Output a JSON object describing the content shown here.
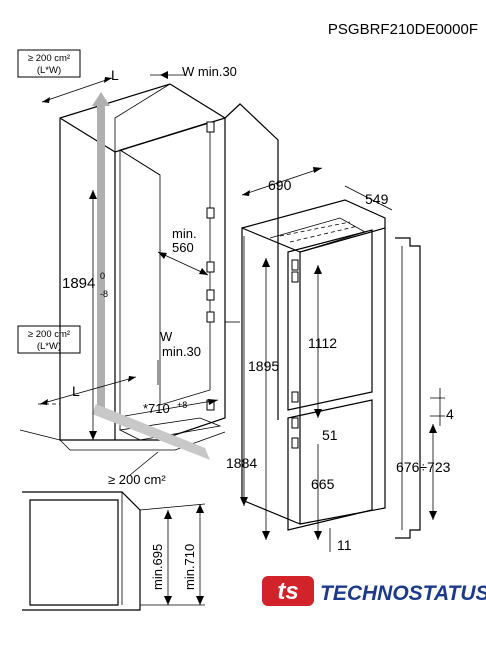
{
  "header": {
    "model_code": "PSGBRF210DE0000F"
  },
  "vent": {
    "top_line1": "≥ 200 cm²",
    "top_line2": "(L*W)",
    "mid_line1": "≥ 200 cm²",
    "mid_line2": "(L*W)",
    "bottom": "≥ 200 cm²"
  },
  "niche": {
    "l_top": "L",
    "w_top": "W min.30",
    "height_main": "1894",
    "height_sup": "0",
    "height_sub": "-8",
    "depth_label_1": "min.",
    "depth_label_2": "560",
    "w_mid_1": "W",
    "w_mid_2": "min.30",
    "l_mid": "L",
    "width_main": "*710",
    "width_sup": "+8"
  },
  "appliance": {
    "height": "690",
    "depth": "549",
    "h_total_1": "1895",
    "h_total_2": "1884",
    "upper_door": "1112",
    "lower_door": "665",
    "gap": "51",
    "foot": "11",
    "range": "676÷723",
    "four": "4"
  },
  "detail": {
    "min695": "min.695",
    "min710": "min.710"
  },
  "brand": {
    "logo_text": "TECHNOSTATUS",
    "logo_mark": "ts",
    "accent": "#d2232a",
    "text_color": "#1b3a8c"
  }
}
